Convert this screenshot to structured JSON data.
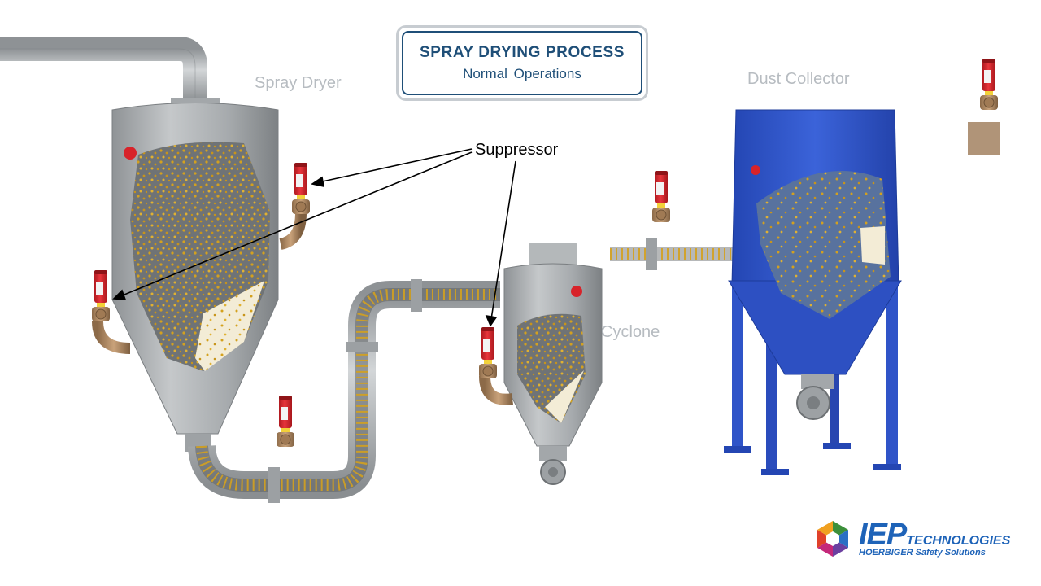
{
  "title": {
    "heading": "SPRAY DRYING PROCESS",
    "subheading": "Normal Operations"
  },
  "labels": {
    "spray_dryer": "Spray Dryer",
    "dust_collector": "Dust Collector",
    "cyclone": "Cyclone",
    "suppressor": "Suppressor"
  },
  "logo": {
    "brand": "IEP",
    "brand_suffix": "TECHNOLOGIES",
    "tagline": "HOERBIGER Safety Solutions"
  },
  "colors": {
    "vessel_gray": "#a9adb0",
    "collector_blue": "#2f54c8",
    "powder_gold": "#d4a11e",
    "suppressor_red": "#d8232a",
    "title_blue": "#1f4f78",
    "brand_blue": "#1e63b8"
  }
}
